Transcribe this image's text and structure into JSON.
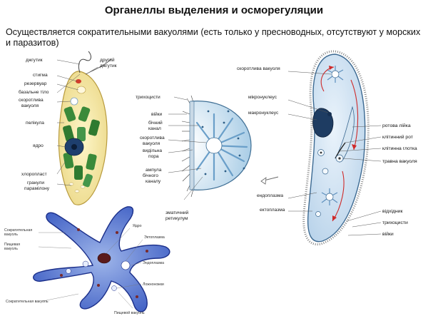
{
  "title": "Органеллы выделения и осморегуляции",
  "subtitle": "Осуществляется сократительными вакуолями (есть только у пресноводных, отсутствуют у морских и паразитов)",
  "euglena": {
    "labels": [
      "джгутик",
      "другий джгутик",
      "стигма",
      "резервуар",
      "базальне тіло",
      "скоротлива вакуоля",
      "пелікула",
      "ядро",
      "хлоропласт",
      "гранули парамілону"
    ]
  },
  "vacuole_detail": {
    "labels": [
      "трихоцисти",
      "війки",
      "бічний канал",
      "скоротлива вакуоля",
      "видільна пора",
      "ампула бічного каналу",
      "ендоплазматичний ретикулум"
    ]
  },
  "paramecium": {
    "labels": [
      "скоротлива вакуоля",
      "мікронуклеус",
      "макронуклеус",
      "ротова лійка",
      "клітинний рот",
      "клітинна глотка",
      "травна вакуоля",
      "ендоплазма",
      "ектоплазма",
      "відхідник",
      "трихоцисти",
      "війки"
    ]
  },
  "amoeba": {
    "labels": [
      "Ядро",
      "Эктоплазма",
      "Сократительная вакуоль",
      "Пищевая вакуоль",
      "Эндоплазма",
      "Ложноножки",
      "Сократительная вакуоль",
      "Пищевой вакуоль"
    ]
  }
}
